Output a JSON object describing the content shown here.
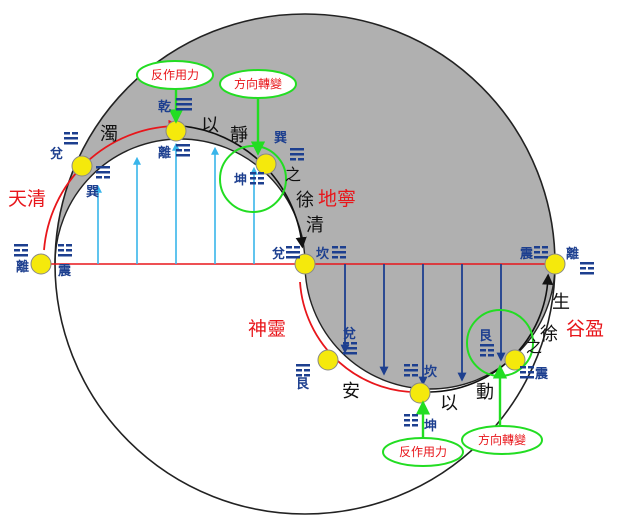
{
  "labels": {
    "tian_qing": "天清",
    "di_ning": "地寧",
    "shen_ling": "神靈",
    "gu_ying": "谷盈",
    "zhuo": "濁",
    "yi1": "以",
    "jing": "靜",
    "zhi1": "之",
    "xu1": "徐",
    "qing": "清",
    "an": "安",
    "yi2": "以",
    "dong": "動",
    "zhi2": "之",
    "xu2": "徐",
    "sheng": "生"
  },
  "bubbles": {
    "fan_zuo_top": "反作用力",
    "fang_xiang_top": "方向轉變",
    "fan_zuo_bottom": "反作用力",
    "fang_xiang_bottom": "方向轉變"
  },
  "trigrams": {
    "li_left": "離",
    "zhen_left": "震",
    "dui_upper": "兌",
    "xun_upper_left": "巽",
    "qian": "乾",
    "li_mid": "離",
    "xun_upper_right": "巽",
    "kun_upper": "坤",
    "dui_mid": "兌",
    "kan_mid": "坎",
    "zhen_right": "震",
    "li_right": "離",
    "gen": "艮",
    "kan_lower": "坎",
    "kun_lower": "坤",
    "dui_lower": "兌",
    "zhen_lower": "震",
    "gen_lower": "艮"
  },
  "colors": {
    "shade": "#b0b0b0",
    "red": "#e8161b",
    "green": "#22dd22",
    "yellow": "#f5e90c",
    "cyan": "#39b5ea",
    "navy": "#1d3f8f"
  }
}
